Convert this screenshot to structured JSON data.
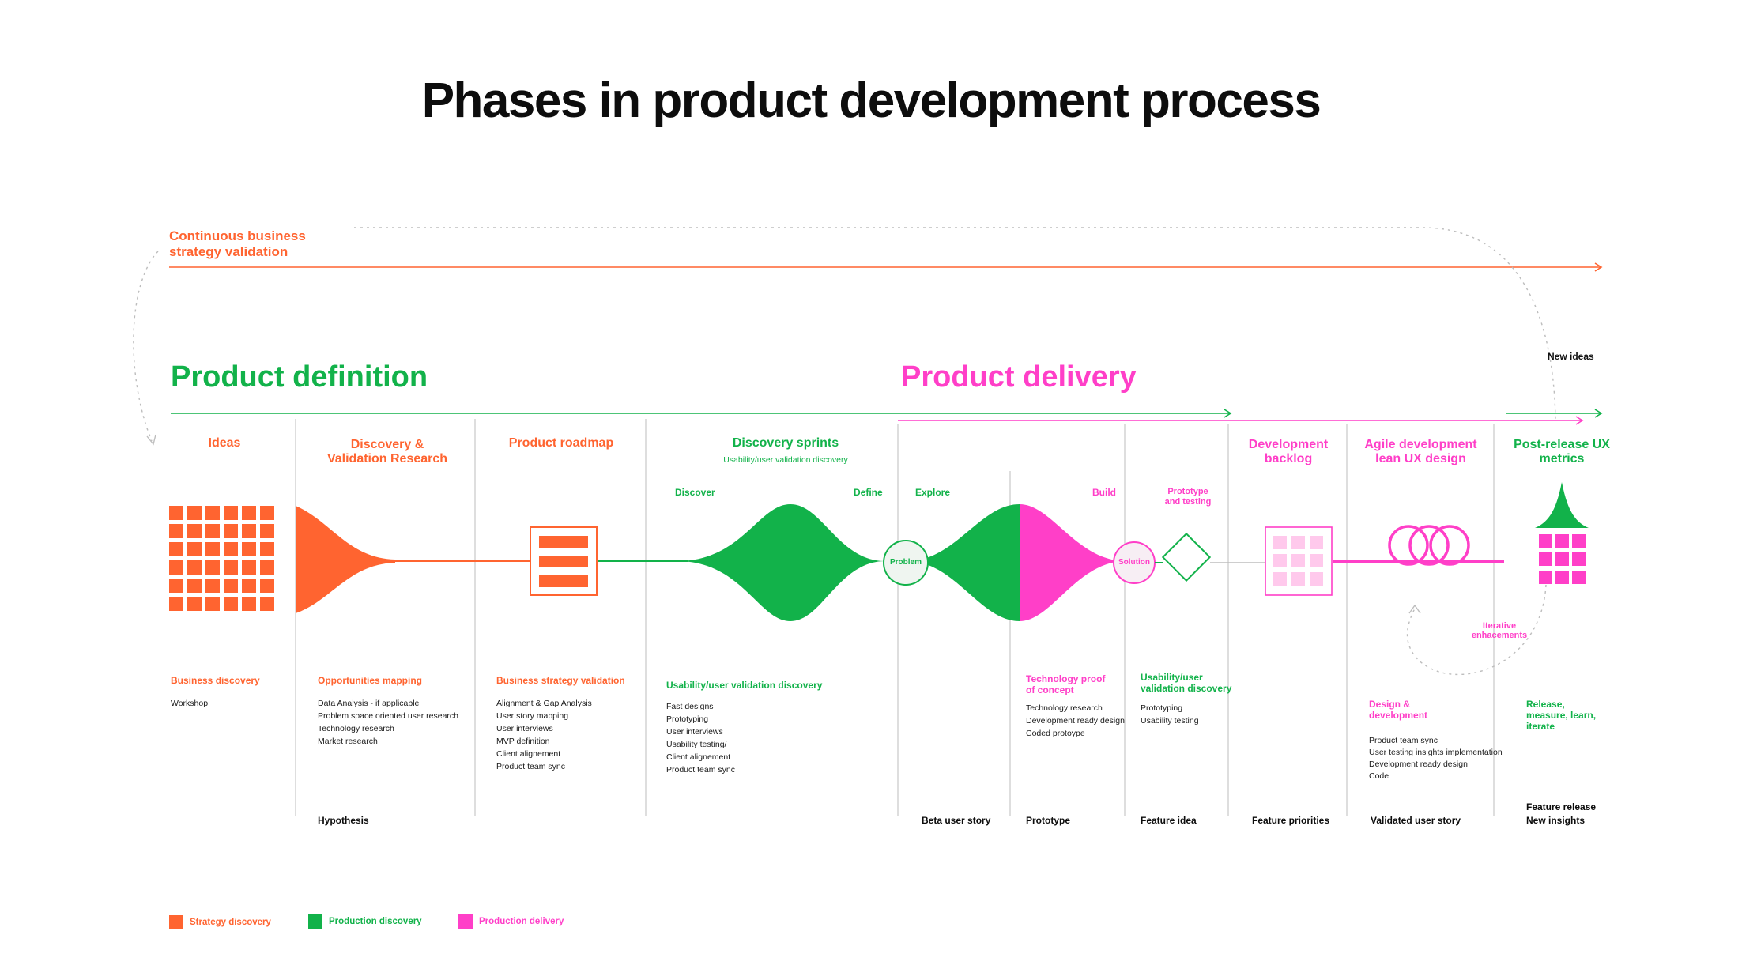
{
  "title": "Phases in product development process",
  "colors": {
    "strategy": "#ff6430",
    "discovery": "#12b24a",
    "delivery": "#ff3fc8"
  },
  "top_note": [
    "Continuous business",
    "strategy validation"
  ],
  "phase_headings": {
    "definition": "Product definition",
    "delivery": "Product delivery"
  },
  "new_ideas": "New ideas",
  "columns": {
    "ideas": {
      "title": "Ideas"
    },
    "discovery_validation": {
      "title_lines": [
        "Discovery &",
        "Validation Research"
      ]
    },
    "roadmap": {
      "title": "Product roadmap"
    },
    "sprints": {
      "title": "Discovery sprints",
      "subtitle": "Usability/user validation discovery"
    },
    "backlog": {
      "title_lines": [
        "Development",
        "backlog"
      ]
    },
    "agile": {
      "title_lines": [
        "Agile development",
        "lean UX design"
      ]
    },
    "post_release": {
      "title_lines": [
        "Post-release UX",
        "metrics"
      ]
    }
  },
  "stages": {
    "discover": "Discover",
    "define": "Define",
    "explore": "Explore",
    "build": "Build",
    "prototype_testing": [
      "Prototype",
      "and testing"
    ]
  },
  "nodes": {
    "problem": "Problem",
    "solution": "Solution"
  },
  "iterative": [
    "Iterative",
    "enhacements"
  ],
  "sections": [
    {
      "heading": [
        "Business discovery"
      ],
      "color": "strategy",
      "items": [
        "Workshop"
      ]
    },
    {
      "heading": [
        "Opportunities mapping"
      ],
      "color": "strategy",
      "items": [
        "Data Analysis - if applicable",
        "Problem space oriented user research",
        "Technology research",
        "Market research"
      ]
    },
    {
      "heading": [
        "Business strategy validation"
      ],
      "color": "strategy",
      "items": [
        "Alignment & Gap Analysis",
        "User story mapping",
        "User interviews",
        "MVP definition",
        "Client alignement",
        "Product team sync"
      ]
    },
    {
      "heading": [
        "Usability/user validation discovery"
      ],
      "color": "discovery",
      "items": [
        "Fast designs",
        "Prototyping",
        "User interviews",
        "Usability testing/",
        "Client alignement",
        "Product team sync"
      ]
    },
    {
      "heading": [
        "Technology proof",
        "of concept"
      ],
      "color": "delivery",
      "items": [
        "Technology research",
        "Development ready design",
        "Coded protoype"
      ]
    },
    {
      "heading": [
        "Usability/user",
        "validation discovery"
      ],
      "color": "discovery",
      "items": [
        "Prototyping",
        "Usability testing"
      ]
    },
    {
      "heading": [
        "Design &",
        "development"
      ],
      "color": "delivery",
      "items": [
        "Product team sync",
        "User testing insights implementation",
        "Development ready design",
        "Code"
      ]
    },
    {
      "heading": [
        "Release,",
        "measure, learn,",
        "iterate"
      ],
      "color": "discovery",
      "items": []
    }
  ],
  "outputs": {
    "hypothesis": "Hypothesis",
    "beta": "Beta user story",
    "prototype": "Prototype",
    "feature_idea": "Feature idea",
    "feature_priorities": "Feature priorities",
    "validated": "Validated user story",
    "release": [
      "Feature release",
      "New insights"
    ]
  },
  "legend": [
    {
      "label": "Strategy discovery",
      "color": "#ff6430"
    },
    {
      "label": "Production discovery",
      "color": "#12b24a"
    },
    {
      "label": "Production delivery",
      "color": "#ff3fc8"
    }
  ]
}
